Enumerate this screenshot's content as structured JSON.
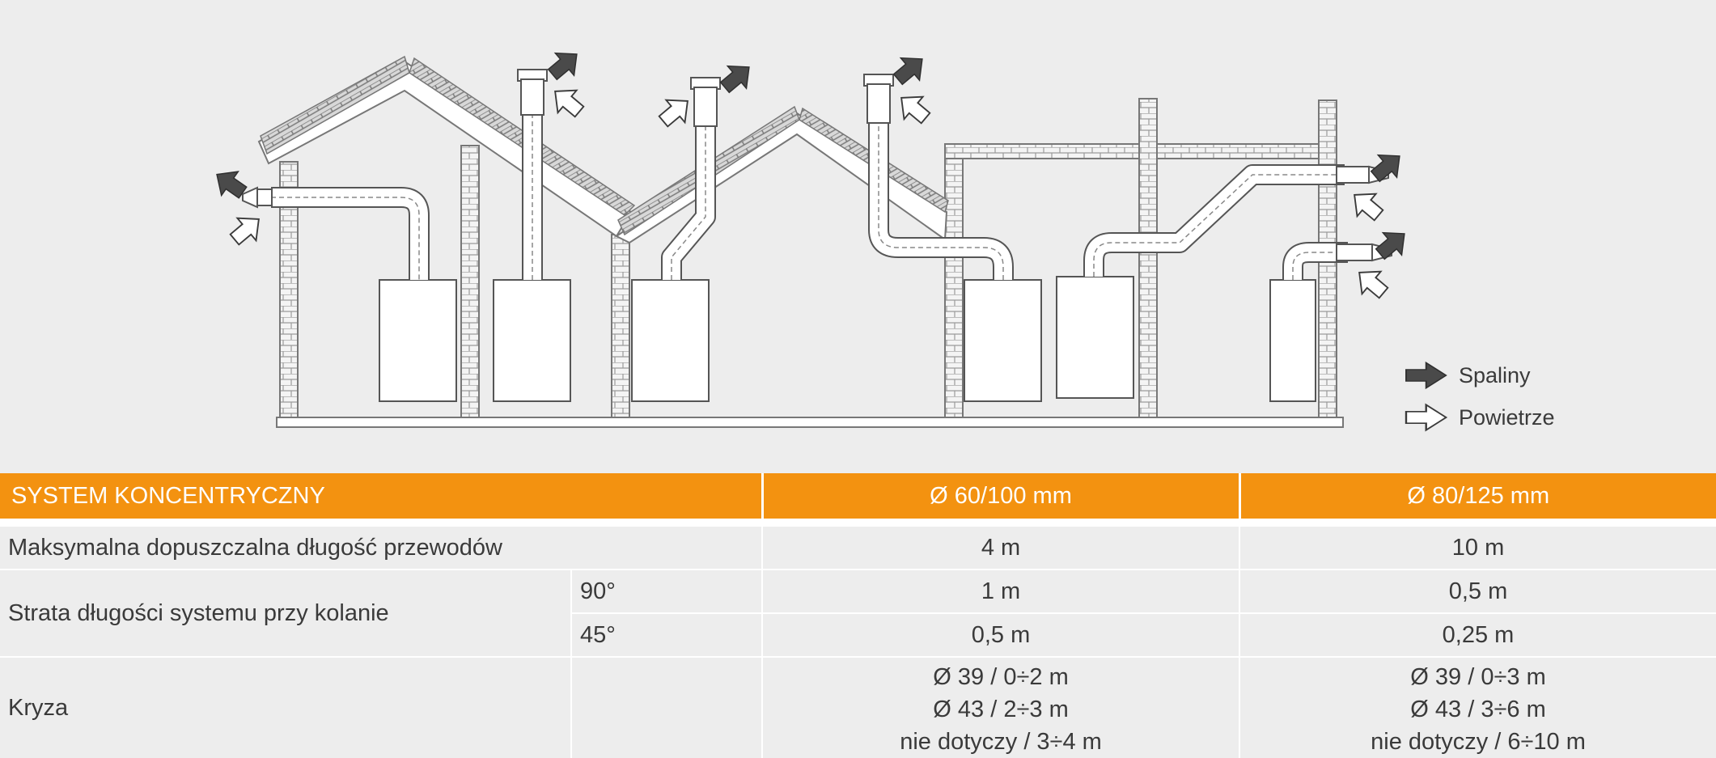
{
  "legend": {
    "flue_label": "Spaliny",
    "air_label": "Powietrze",
    "flue_color": "#4a4a4a",
    "air_color": "#ffffff"
  },
  "table": {
    "header": {
      "system": "SYSTEM KONCENTRYCZNY",
      "col1": "Ø 60/100 mm",
      "col2": "Ø 80/125 mm"
    },
    "rows": {
      "max_length": {
        "label": "Maksymalna dopuszczalna długość przewodów",
        "v1": "4 m",
        "v2": "10 m"
      },
      "loss": {
        "label": "Strata długości systemu przy kolanie",
        "deg90": {
          "angle": "90°",
          "v1": "1 m",
          "v2": "0,5 m"
        },
        "deg45": {
          "angle": "45°",
          "v1": "0,5 m",
          "v2": "0,25 m"
        }
      },
      "kryza": {
        "label": "Kryza",
        "v1": [
          "Ø 39 / 0÷2 m",
          "Ø 43 / 2÷3 m",
          "nie dotyczy / 3÷4 m"
        ],
        "v2": [
          "Ø 39 / 0÷3 m",
          "Ø 43 / 3÷6 m",
          "nie dotyczy / 6÷10 m"
        ]
      }
    },
    "accent_color": "#f39210"
  }
}
